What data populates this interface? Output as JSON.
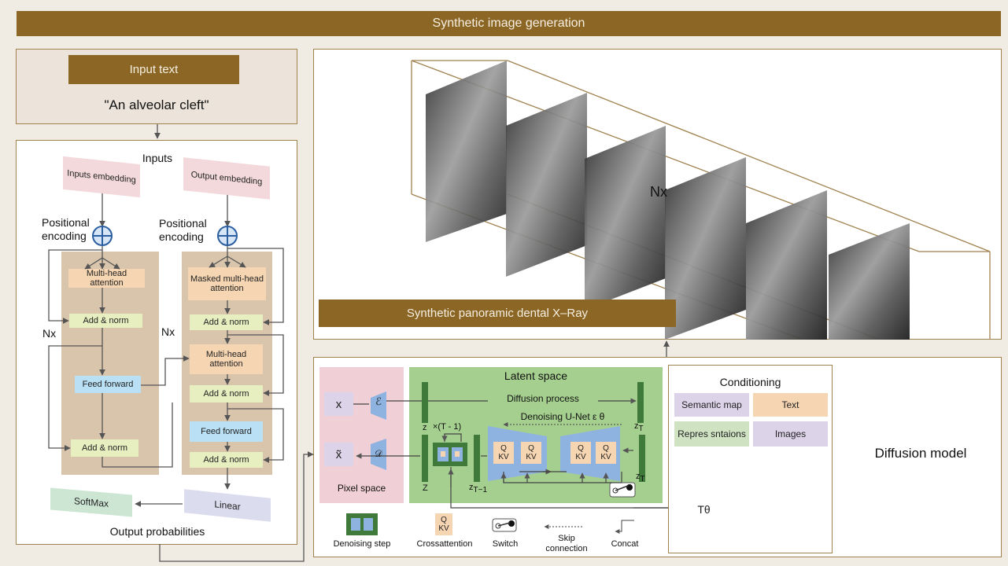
{
  "header": {
    "title": "Synthetic image generation"
  },
  "input": {
    "label": "Input text",
    "text": "\"An alveolar cleft\""
  },
  "transformer": {
    "inputs_label": "Inputs",
    "inputs_embedding": "Inputs embedding",
    "output_embedding": "Output embedding",
    "positional_encoding_left": "Positional encoding",
    "positional_encoding_right": "Positional encoding",
    "encoder": {
      "nx": "Nx",
      "multi_head_attention": "Multi-head attention",
      "add_norm_1": "Add & norm",
      "feed_forward": "Feed forward",
      "add_norm_2": "Add & norm"
    },
    "decoder": {
      "nx": "Nx",
      "masked_attention": "Masked multi-head attention",
      "add_norm_1": "Add & norm",
      "multi_head_attention": "Multi-head attention",
      "add_norm_2": "Add & norm",
      "feed_forward": "Feed forward",
      "add_norm_3": "Add & norm"
    },
    "softmax": "SoftMax",
    "linear": "Linear",
    "output_probabilities": "Output probabilities"
  },
  "xray": {
    "nx": "Nx",
    "caption": "Synthetic panoramic dental X–Ray"
  },
  "diffusion": {
    "pixel_space": "Pixel space",
    "latent_space": "Latent space",
    "diffusion_process": "Diffusion process",
    "denoising_unet": "Denoising U-Net ε θ",
    "x": "x",
    "x_tilde": "x̃",
    "encoder_symbol": "ℰ",
    "decoder_symbol": "𝒟",
    "z": "z",
    "z_bottom": "Z",
    "z_t_top": "T",
    "z_t_bottom": "T",
    "z_t_minus_1": "T−1",
    "times_t_minus_1": "×(T - 1)",
    "q": "Q",
    "kv": "KV",
    "conditioning": "Conditioning",
    "semantic_map": "Semantic map",
    "text": "Text",
    "representations": "Repres sntaions",
    "images": "Images",
    "tau_theta": "Tθ",
    "model_label": "Diffusion model"
  },
  "legend": {
    "denoising_step": "Denoising step",
    "crossattention": "Crossattention",
    "switch": "Switch",
    "skip_connection": "Skip connection",
    "concat": "Concat"
  },
  "colors": {
    "brown_bar": "#8b6624",
    "border": "#a0824e",
    "stack_bg": "#d8c5ac",
    "pink": "#f0cfd6",
    "green_latent": "#a5cf8e",
    "unet_blue": "#8fb3e0",
    "attention_orange": "#f6d6b2",
    "norm_green": "#e7efc1",
    "feed_blue": "#b9e0f4",
    "lavender": "#dcd3e8",
    "dark_green_bar": "#3f7a3a"
  }
}
